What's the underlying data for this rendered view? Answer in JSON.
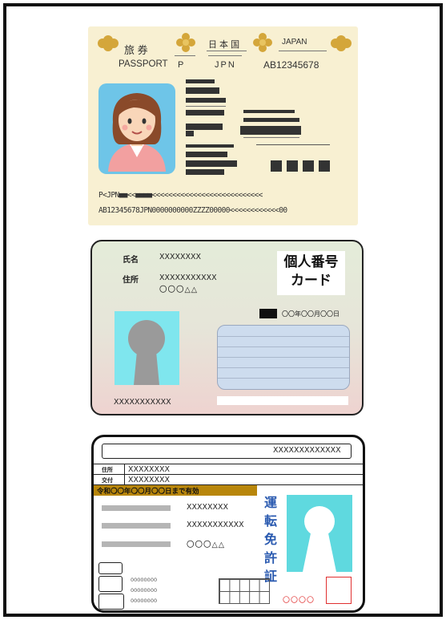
{
  "passport": {
    "label_jp": "旅 券",
    "label_en": "PASSPORT",
    "type": "P",
    "country_jp": "日 本 国",
    "country_en": "JAPAN",
    "issuing_code": "JPN",
    "passport_number": "AB12345678",
    "mrz_line1": "P<JPN■■<<■■■■<<<<<<<<<<<<<<<<<<<<<<<<<<<",
    "mrz_line2": "AB12345678JPN0000000000ZZZZ00000<<<<<<<<<<<<00"
  },
  "mynumber_card": {
    "name_label": "氏名",
    "name_value": "XXXXXXXX",
    "address_label": "住所",
    "address_value": "XXXXXXXXXXX",
    "address_value2": "〇〇〇△△",
    "title_line1": "個人番号",
    "title_line2": "カード",
    "date": "〇〇年〇〇月〇〇日",
    "bottom_number": "XXXXXXXXXXX"
  },
  "license": {
    "top_number": "XXXXXXXXXXXXX",
    "address_label": "住所",
    "address_value": "XXXXXXXX",
    "issued_label": "交付",
    "issued_value": "XXXXXXXX",
    "validity": "令和〇〇年〇〇月〇〇日まで有効",
    "value1": "XXXXXXXX",
    "value2": "XXXXXXXXXXX",
    "value3": "〇〇〇△△",
    "title_chars": [
      "運",
      "転",
      "免",
      "許",
      "証"
    ],
    "small_rows": [
      "00000000",
      "00000000",
      "00000000"
    ],
    "seal_text": "〇〇〇〇"
  },
  "colors": {
    "passport_bg": "#f8f0d2",
    "emblem_gold": "#d4a63a",
    "license_title_blue": "#2a5ab0",
    "validity_band": "#b8860b",
    "seal_red": "#e03030"
  }
}
